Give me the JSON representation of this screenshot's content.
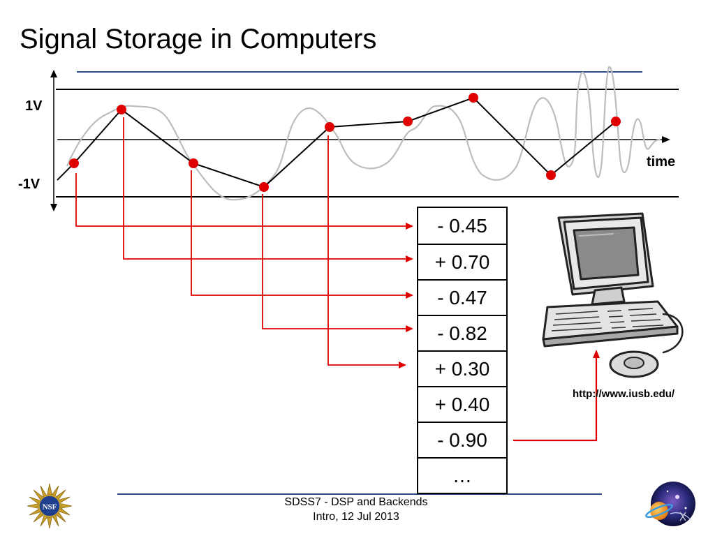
{
  "title": "Signal Storage in Computers",
  "axis": {
    "y_top_label": "1V",
    "y_bottom_label": "-1V",
    "x_label": "time"
  },
  "memory": {
    "cells": [
      "- 0.45",
      "+ 0.70",
      "- 0.47",
      "- 0.82",
      "+ 0.30",
      "+ 0.40",
      "- 0.90",
      "…"
    ]
  },
  "source_url": "http://www.iusb.edu/",
  "footer": {
    "line1": "SDSS7 - DSP and Backends",
    "line2": "Intro, 12 Jul 2013"
  },
  "logos": {
    "left": "NSF"
  },
  "colors": {
    "accent_line": "#2e4a8c",
    "sample_red": "#e00000",
    "waveform_gray": "#bdbdbd"
  }
}
